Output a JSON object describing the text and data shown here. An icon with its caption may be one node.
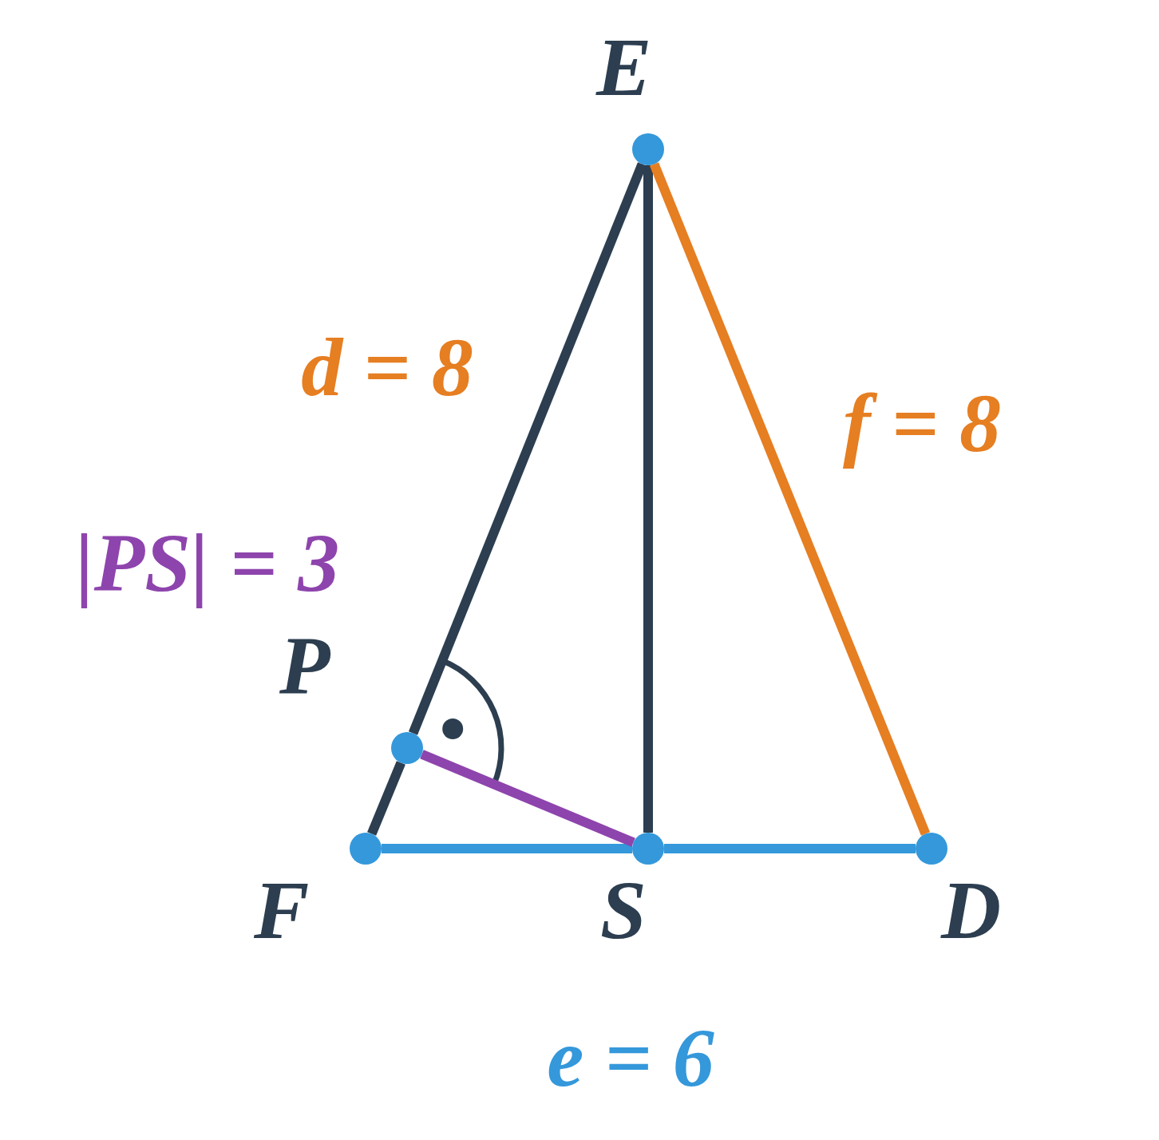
{
  "diagram": {
    "nodes": [
      {
        "text": [
          "E"
        ]
      },
      {
        "text": [
          "P"
        ]
      },
      {
        "text": [
          "F"
        ]
      },
      {
        "text": [
          "S"
        ]
      },
      {
        "text": [
          "D"
        ]
      }
    ],
    "edges": [
      {
        "from": 0,
        "to": 1,
        "arrow": "none"
      },
      {
        "from": 1,
        "to": 2,
        "arrow": "none"
      },
      {
        "from": 0,
        "to": 3,
        "arrow": "none"
      },
      {
        "from": 0,
        "to": 4,
        "arrow": "none",
        "color": "#e67e22"
      },
      {
        "from": 2,
        "to": 3,
        "arrow": "none",
        "color": "#3498db"
      },
      {
        "from": 3,
        "to": 4,
        "arrow": "none",
        "color": "#3498db"
      },
      {
        "from": 1,
        "to": 3,
        "arrow": "none",
        "color": "#8e44ad"
      }
    ],
    "labels": [
      "d = 8",
      "f = 8",
      "|PS| = 3",
      "e = 6"
    ]
  }
}
